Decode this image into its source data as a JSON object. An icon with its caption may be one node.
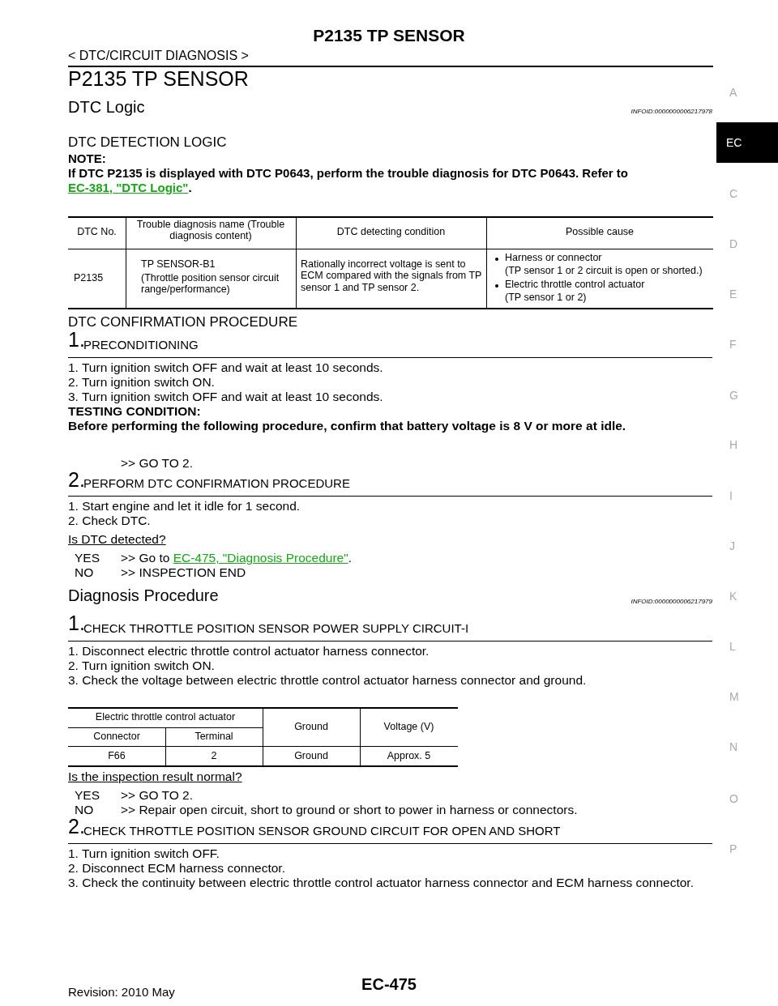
{
  "diagram": {
    "title": "P2135 TP SENSOR",
    "labels": [
      "< DTC/CIRCUIT DIAGNOSIS >",
      "P2135 TP SENSOR",
      "DTC Logic",
      "INFOID:0000000006217978",
      "DTC DETECTION LOGIC",
      "NOTE:",
      "If DTC P2135 is displayed with DTC P0643, perform the trouble diagnosis for DTC P0643. Refer to",
      "EC-381, \"DTC Logic\"",
      ".",
      "DTC No.",
      "Trouble diagnosis name (Trouble diagnosis content)",
      "DTC detecting condition",
      "Possible cause",
      "P2135",
      "TP SENSOR-B1",
      "(Throttle position sensor circuit range/performance)",
      "Rationally incorrect voltage is sent to ECM compared with the signals from TP sensor 1 and TP sensor 2.",
      "Harness or connector",
      "(TP sensor 1 or 2 circuit is open or shorted.)",
      "Electric throttle control actuator",
      "(TP sensor 1 or 2)",
      "DTC CONFIRMATION PROCEDURE",
      "1.",
      "PRECONDITIONING",
      "1. Turn ignition switch OFF and wait at least 10 seconds.",
      "2. Turn ignition switch ON.",
      "3. Turn ignition switch OFF and wait at least 10 seconds.",
      "TESTING CONDITION:",
      "Before performing the following procedure, confirm that battery voltage is 8 V or more at idle.",
      ">> GO TO 2.",
      "2.",
      "PERFORM DTC CONFIRMATION PROCEDURE",
      "1. Start engine and let it idle for 1 second.",
      "2. Check DTC.",
      "Is DTC detected?",
      "YES",
      ">> Go to",
      "EC-475, \"Diagnosis Procedure\"",
      ".",
      "NO",
      ">> INSPECTION END",
      "Diagnosis Procedure",
      "INFOID:0000000006217979",
      "1.",
      "CHECK THROTTLE POSITION SENSOR POWER SUPPLY CIRCUIT-I",
      "1. Disconnect electric throttle control actuator harness connector.",
      "2. Turn ignition switch ON.",
      "3. Check the voltage between electric throttle control actuator harness connector and ground.",
      "Electric throttle control actuator",
      "Ground",
      "Voltage (V)",
      "Connector",
      "Terminal",
      "F66",
      "2",
      "Ground",
      "Approx. 5",
      "Is the inspection result normal?",
      "YES",
      ">> GO TO 2.",
      "NO",
      ">> Repair open circuit, short to ground or short to power in harness or connectors.",
      "2.",
      "CHECK THROTTLE POSITION SENSOR GROUND CIRCUIT FOR OPEN AND SHORT",
      "1. Turn ignition switch OFF.",
      "2. Disconnect ECM harness connector.",
      "3. Check the continuity between electric throttle control actuator harness connector and ECM harness connector.",
      "A",
      "EC",
      "C",
      "D",
      "E",
      "F",
      "G",
      "H",
      "I",
      "J",
      "K",
      "L",
      "M",
      "N",
      "O",
      "P",
      "Revision: 2010 May",
      "EC-475"
    ]
  }
}
